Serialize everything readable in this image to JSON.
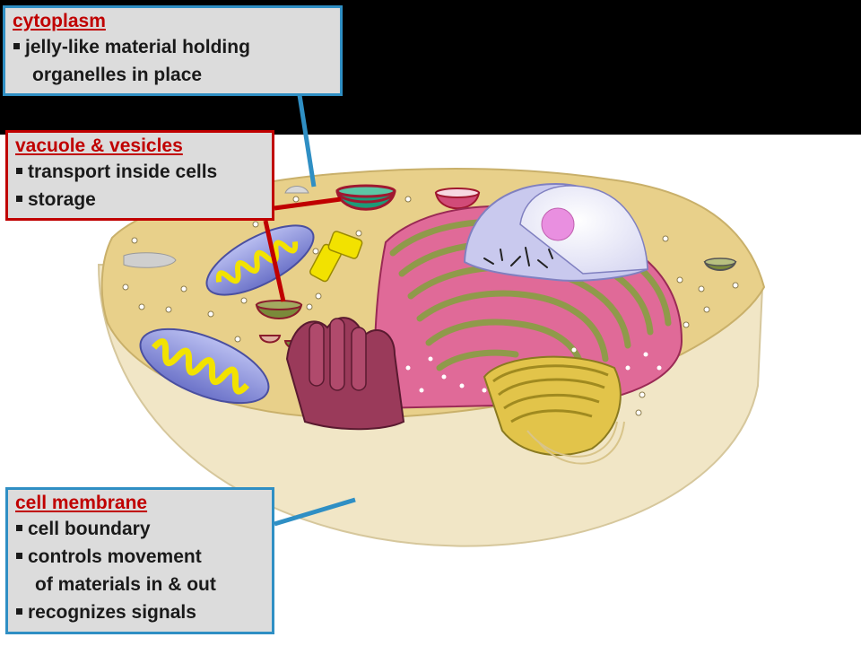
{
  "callouts": {
    "cytoplasm": {
      "title": "cytoplasm",
      "lines": [
        "jelly-like material holding",
        "organelles in place"
      ]
    },
    "vacuole": {
      "title": "vacuole & vesicles",
      "lines": [
        "transport inside cells",
        "storage"
      ]
    },
    "membrane": {
      "title": "cell membrane",
      "lines": [
        "cell boundary",
        "controls movement",
        "of materials in & out",
        "recognizes signals"
      ]
    }
  },
  "colors": {
    "header_band": "#000000",
    "blue_border": "#2f8fc4",
    "red_border": "#c00000",
    "title_red": "#c00000",
    "box_fill": "#dcdcdc"
  }
}
